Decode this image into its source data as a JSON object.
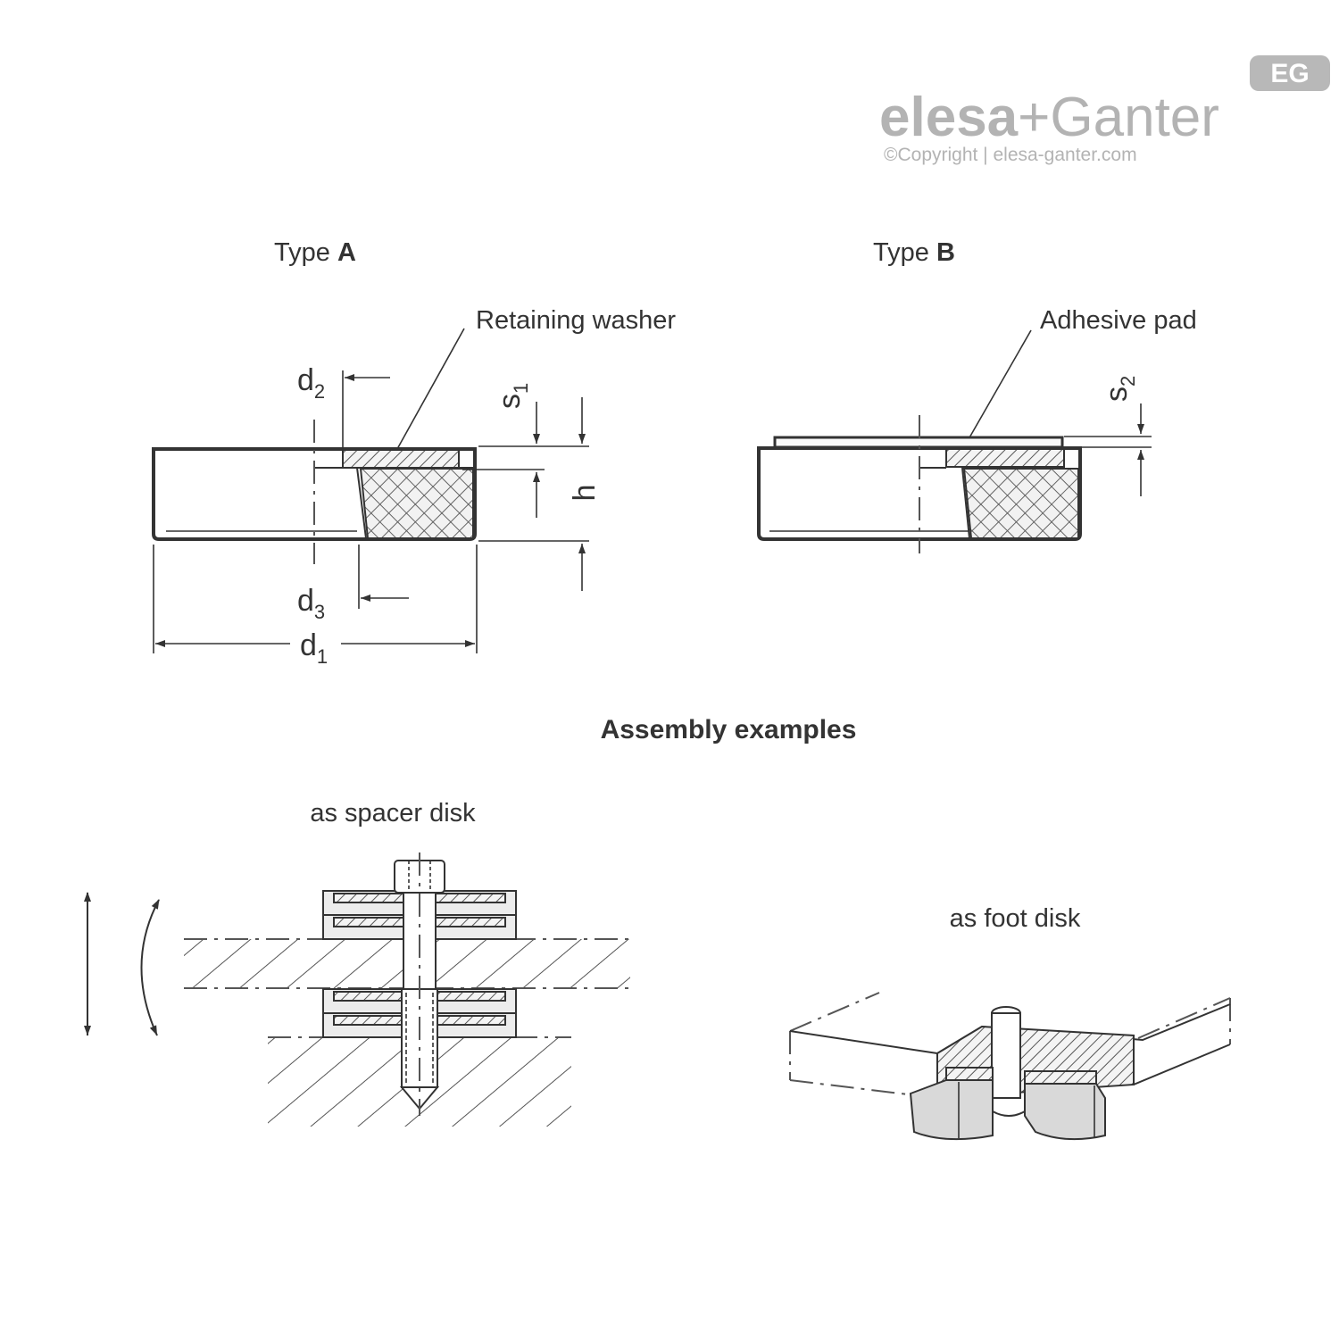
{
  "brand": {
    "name_part1": "elesa",
    "plus": "+",
    "name_part2": "Ganter",
    "copyright": "©Copyright | elesa-ganter.com",
    "badge": "EG",
    "color": "#b3b3b3"
  },
  "type_a": {
    "title_prefix": "Type ",
    "title_letter": "A",
    "callout": "Retaining washer",
    "dims": {
      "d1": {
        "base": "d",
        "sub": "1"
      },
      "d2": {
        "base": "d",
        "sub": "2"
      },
      "d3": {
        "base": "d",
        "sub": "3"
      },
      "s1": {
        "base": "s",
        "sub": "1"
      },
      "h": "h"
    }
  },
  "type_b": {
    "title_prefix": "Type ",
    "title_letter": "B",
    "callout": "Adhesive pad",
    "dims": {
      "s2": {
        "base": "s",
        "sub": "2"
      }
    }
  },
  "assembly": {
    "heading": "Assembly examples",
    "spacer_label": "as spacer disk",
    "foot_label": "as foot disk"
  }
}
